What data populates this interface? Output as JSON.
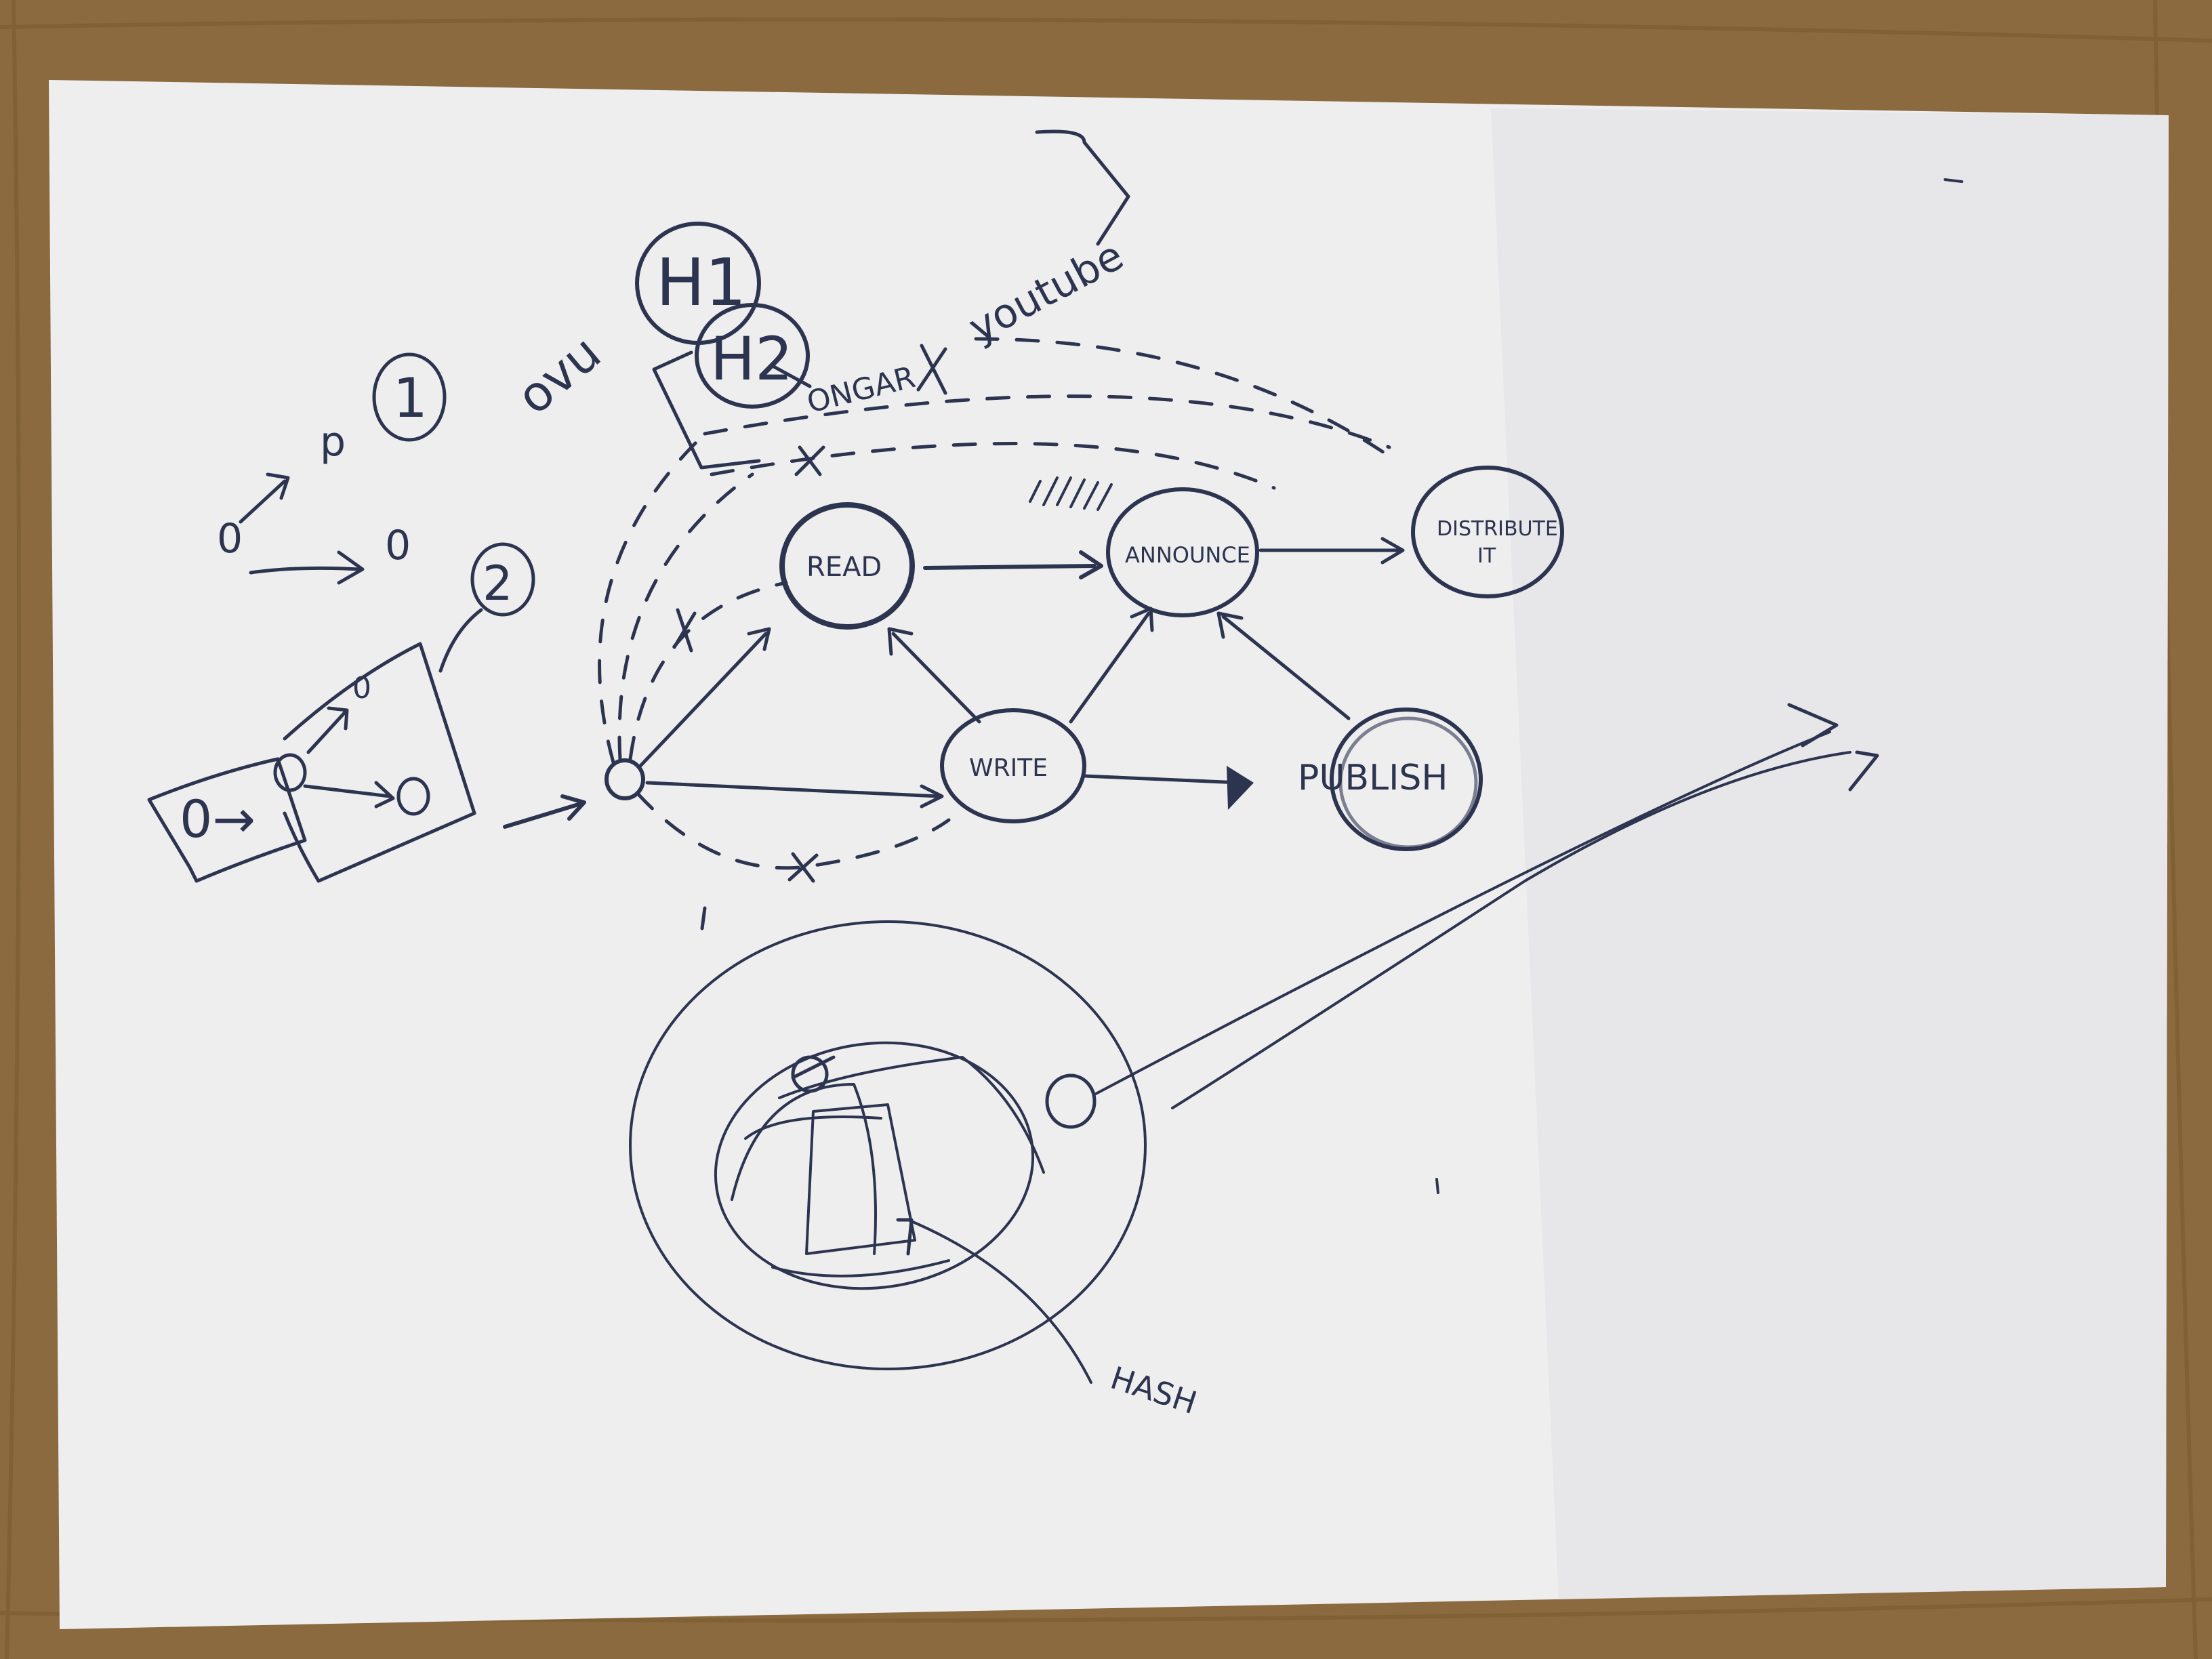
{
  "colors": {
    "desk": "#8a6a3e",
    "paper": "#eeeeef",
    "ink": "#2d3450"
  },
  "labels": {
    "h1": "H1",
    "h2": "H2",
    "one": "1",
    "two": "2",
    "over": "ovu",
    "online": "ONGAR",
    "youtube": "youtube",
    "read": "READ",
    "announce": "ANNOUNCE",
    "distribute_1": "DISTRIBUTE",
    "distribute_2": "IT",
    "write": "WRITE",
    "publish": "PUBLISH",
    "hash": "HASH",
    "box_left": "0→",
    "box_right": "0",
    "small_o": "0",
    "cross": "X"
  }
}
